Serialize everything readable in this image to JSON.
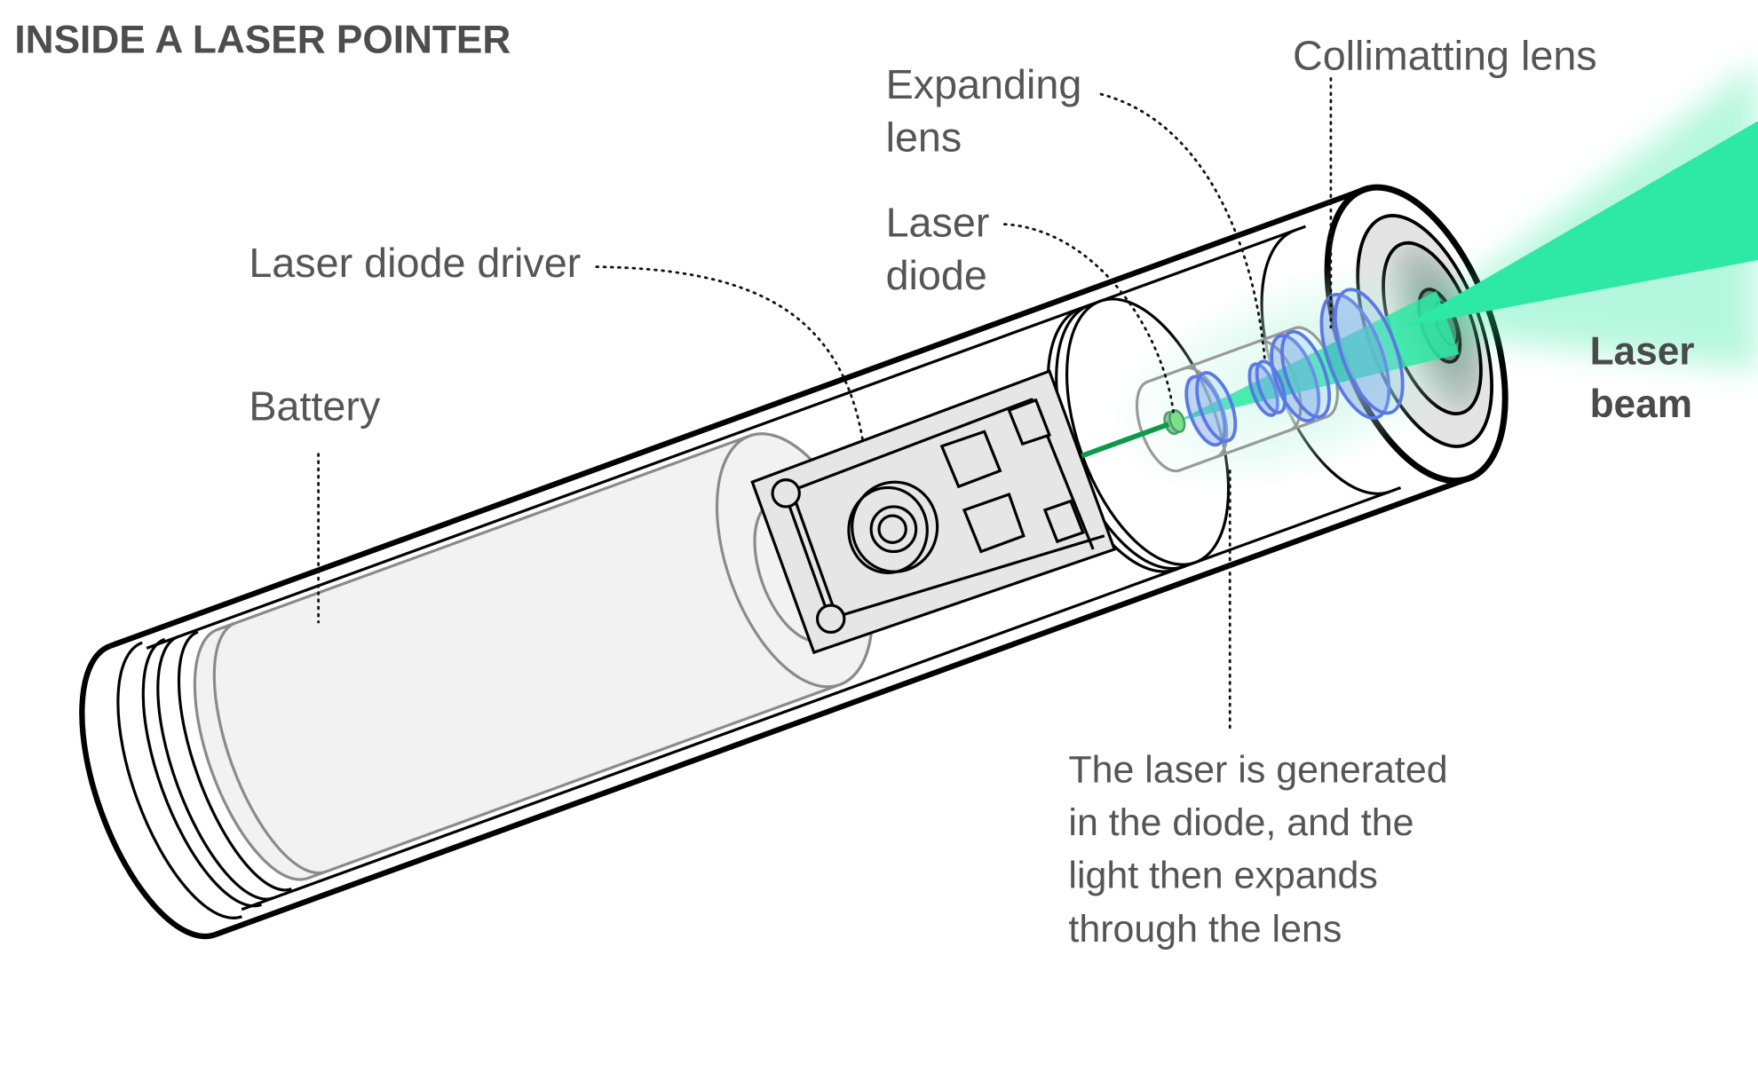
{
  "title": "INSIDE A LASER POINTER",
  "labels": {
    "battery": "Battery",
    "laser_diode_driver": "Laser diode driver",
    "laser_diode_line1": "Laser",
    "laser_diode_line2": "diode",
    "expanding_lens_line1": "Expanding",
    "expanding_lens_line2": "lens",
    "collimating_lens": "Collimatting lens",
    "laser_beam_line1": "Laser",
    "laser_beam_line2": "beam"
  },
  "caption": {
    "lines": [
      "The laser is generated",
      "in the diode, and the",
      "light then expands",
      "through the lens"
    ]
  },
  "colors": {
    "beam": "#2ee8a5",
    "lens": "#5a78e6",
    "diode": "#7be08a",
    "wire": "#0a9a4a",
    "battery_fill": "#f2f2f2",
    "board_fill": "#e6e6e6",
    "text": "#555555"
  }
}
